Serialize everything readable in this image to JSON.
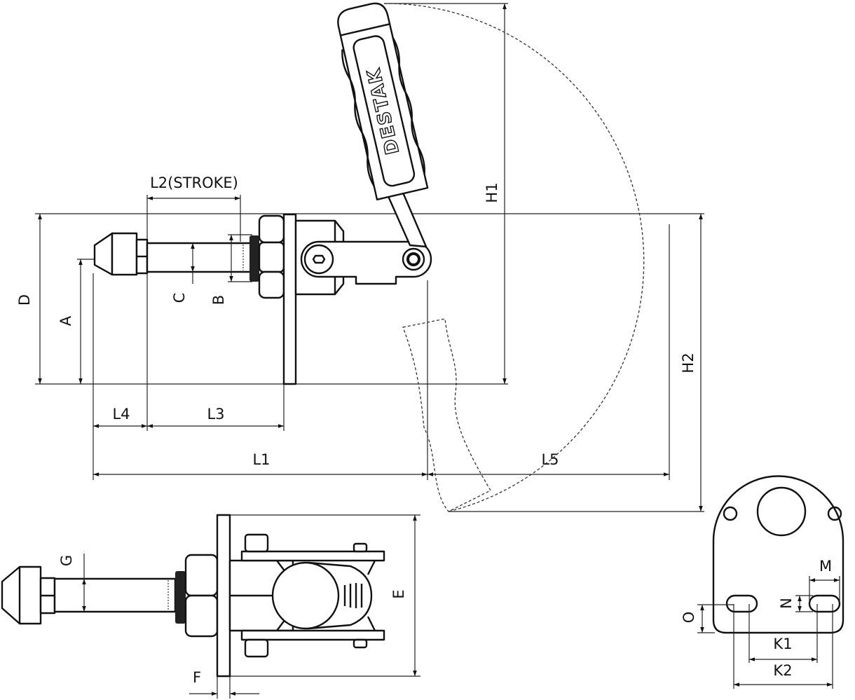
{
  "brand_logo": "DESTAK",
  "dimensions": {
    "l2": "L2(STROKE)",
    "d": "D",
    "a": "A",
    "c": "C",
    "b": "B",
    "l4": "L4",
    "l3": "L3",
    "l1": "L1",
    "l5": "L5",
    "h1": "H1",
    "h2": "H2",
    "g": "G",
    "e": "E",
    "f": "F",
    "m": "M",
    "n": "N",
    "o": "O",
    "k1": "K1",
    "k2": "K2"
  }
}
